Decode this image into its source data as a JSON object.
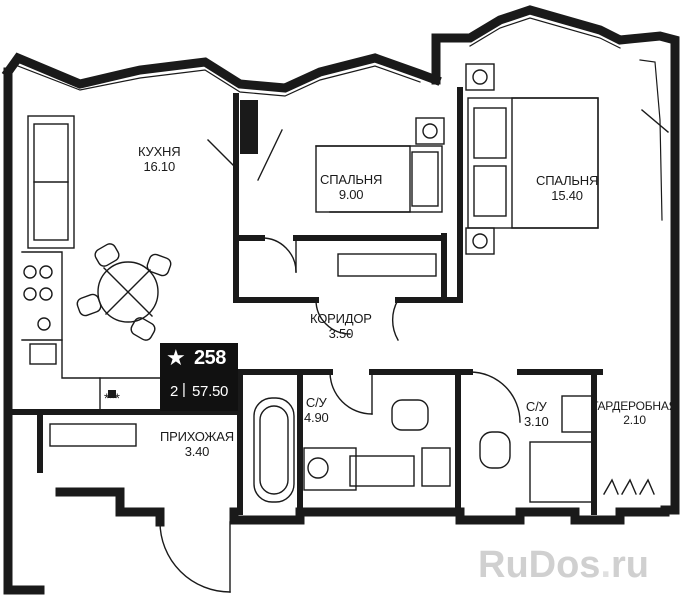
{
  "rooms": {
    "kitchen": {
      "name": "КУХНЯ",
      "area": "16.10"
    },
    "bedroom_small": {
      "name": "СПАЛЬНЯ",
      "area": "9.00"
    },
    "bedroom_large": {
      "name": "СПАЛЬНЯ",
      "area": "15.40"
    },
    "corridor": {
      "name": "КОРИДОР",
      "area": "3.50"
    },
    "bath_1": {
      "name": "С/У",
      "area": "4.90"
    },
    "bath_2": {
      "name": "С/У",
      "area": "3.10"
    },
    "wardrobe": {
      "name": "ГАРДЕРОБНАЯ",
      "area": "2.10"
    },
    "hall": {
      "name": "ПРИХОЖАЯ",
      "area": "3.40"
    }
  },
  "badge": {
    "star": "★",
    "number": "258",
    "rooms": "2",
    "separator": "|",
    "total_area": "57.50"
  },
  "stove_marks": "***",
  "watermark": {
    "brand": "RuDos",
    "dot": ".",
    "tld": "ru"
  },
  "colors": {
    "wall": "#1a1a1a",
    "line": "#222222",
    "badge_bg": "#111111",
    "watermark": "#d0d0d0"
  }
}
